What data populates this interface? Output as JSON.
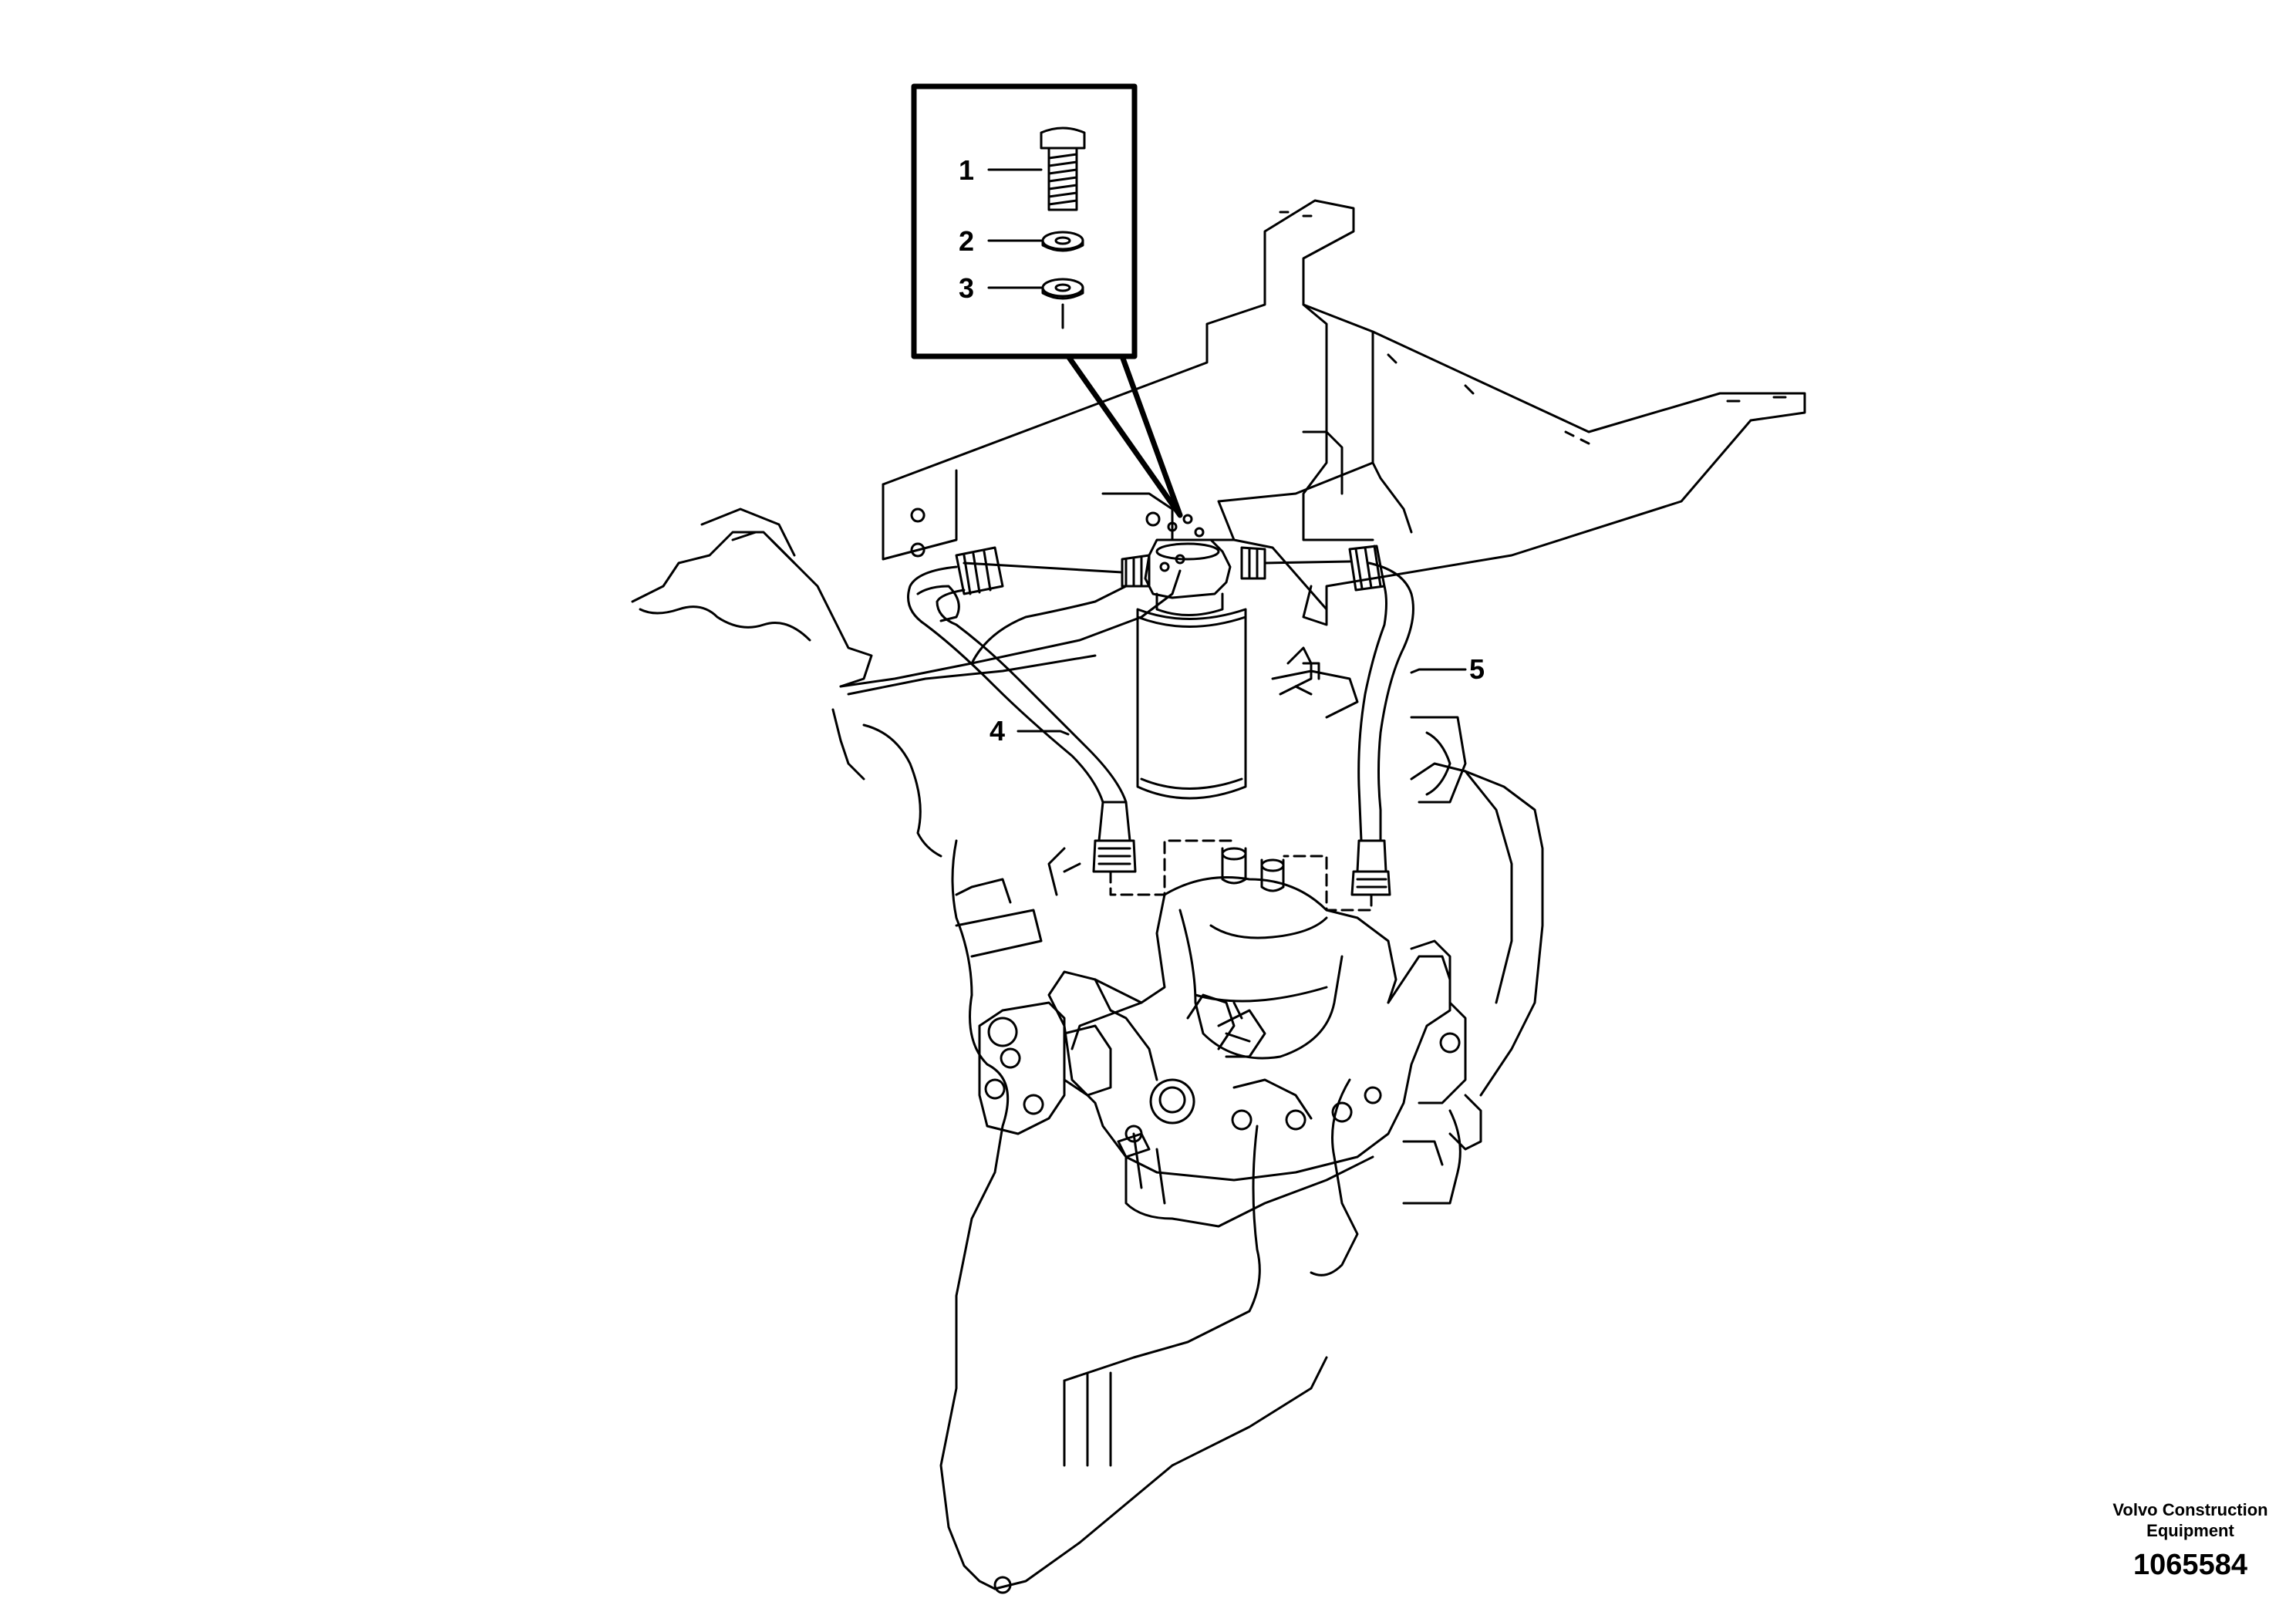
{
  "callouts": {
    "c1": "1",
    "c2": "2",
    "c3": "3",
    "c4": "4",
    "c5": "5"
  },
  "brand": {
    "line1": "Volvo Construction",
    "line2": "Equipment"
  },
  "document_number": "1065584",
  "colors": {
    "line": "#000000",
    "background": "#ffffff"
  }
}
